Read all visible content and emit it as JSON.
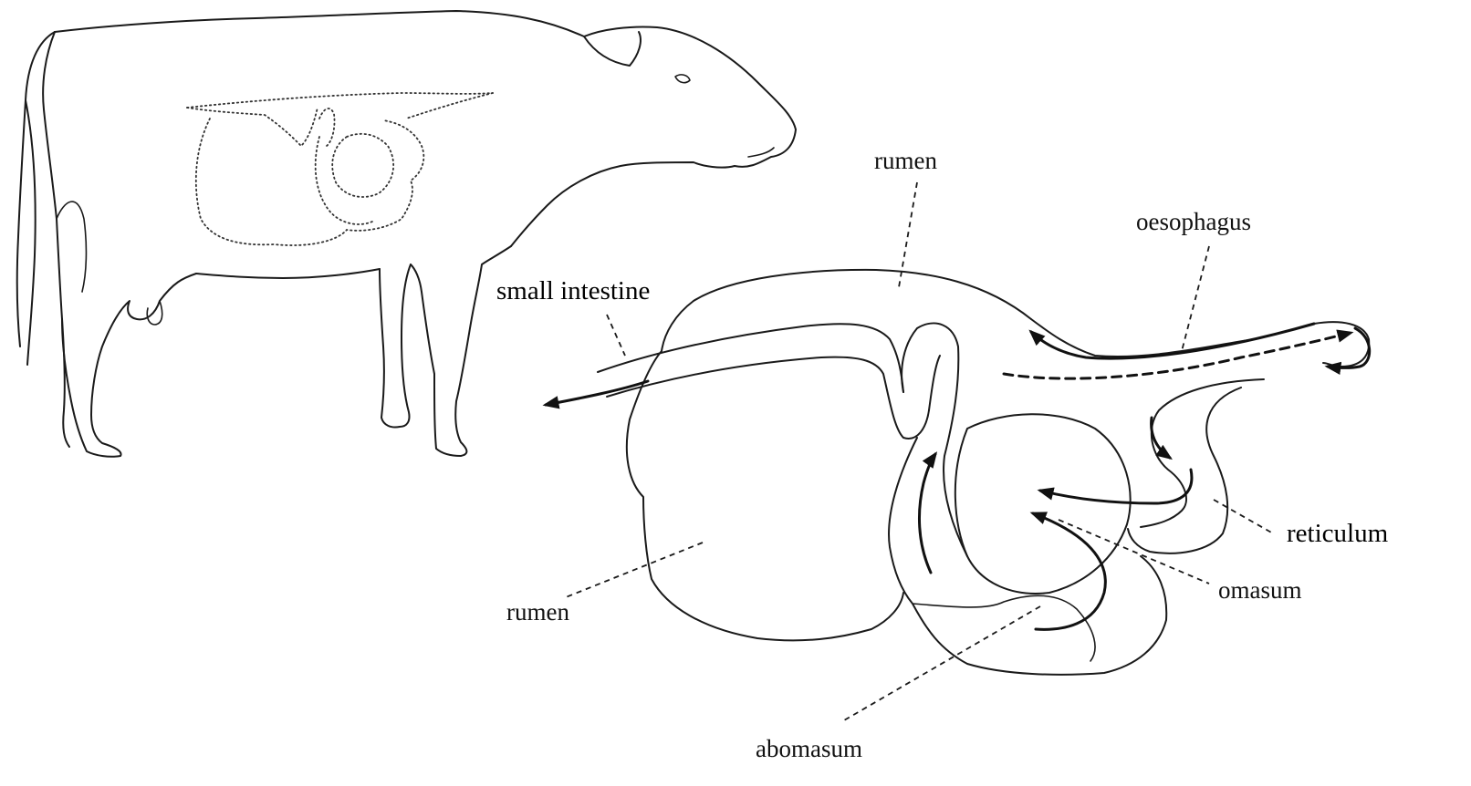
{
  "labels": {
    "rumen_top": "rumen",
    "oesophagus": "oesophagus",
    "small_intestine": "small intestine",
    "reticulum": "reticulum",
    "omasum": "omasum",
    "rumen_bottom": "rumen",
    "abomasum": "abomasum"
  },
  "colors": {
    "ink": "#1a1a1a",
    "background": "#ffffff"
  }
}
